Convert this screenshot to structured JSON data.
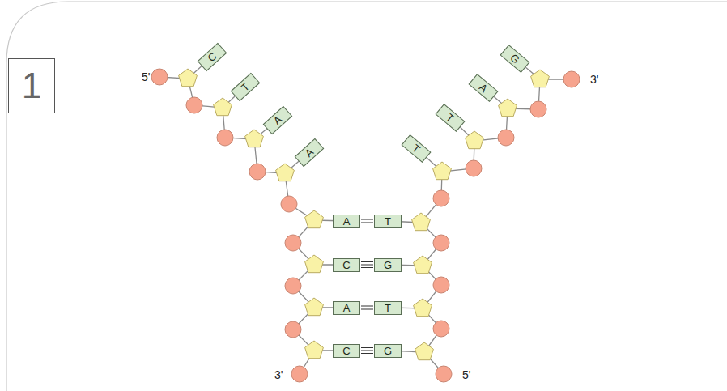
{
  "diagram": {
    "nodes": [
      {
        "text": [
          "1"
        ]
      },
      {
        "text": [
          "C"
        ]
      },
      {
        "text": [
          "T"
        ]
      },
      {
        "text": [
          "A"
        ]
      },
      {
        "text": [
          "A"
        ]
      },
      {
        "text": [
          "G"
        ]
      },
      {
        "text": [
          "A"
        ]
      },
      {
        "text": [
          "T"
        ]
      },
      {
        "text": [
          "T"
        ]
      },
      {
        "text": [
          "A"
        ]
      },
      {
        "text": [
          "T"
        ]
      },
      {
        "text": [
          "C"
        ]
      },
      {
        "text": [
          "G"
        ]
      },
      {
        "text": [
          "A"
        ]
      },
      {
        "text": [
          "T"
        ]
      },
      {
        "text": [
          "C"
        ]
      },
      {
        "text": [
          "G"
        ]
      }
    ],
    "edges": [
      {
        "from": 9,
        "to": 10,
        "arrow": "none"
      },
      {
        "from": 11,
        "to": 12,
        "arrow": "none"
      },
      {
        "from": 13,
        "to": 14,
        "arrow": "none"
      },
      {
        "from": 15,
        "to": 16,
        "arrow": "none"
      }
    ],
    "labels": [
      "5'",
      "3'",
      "3'",
      "5'"
    ]
  }
}
